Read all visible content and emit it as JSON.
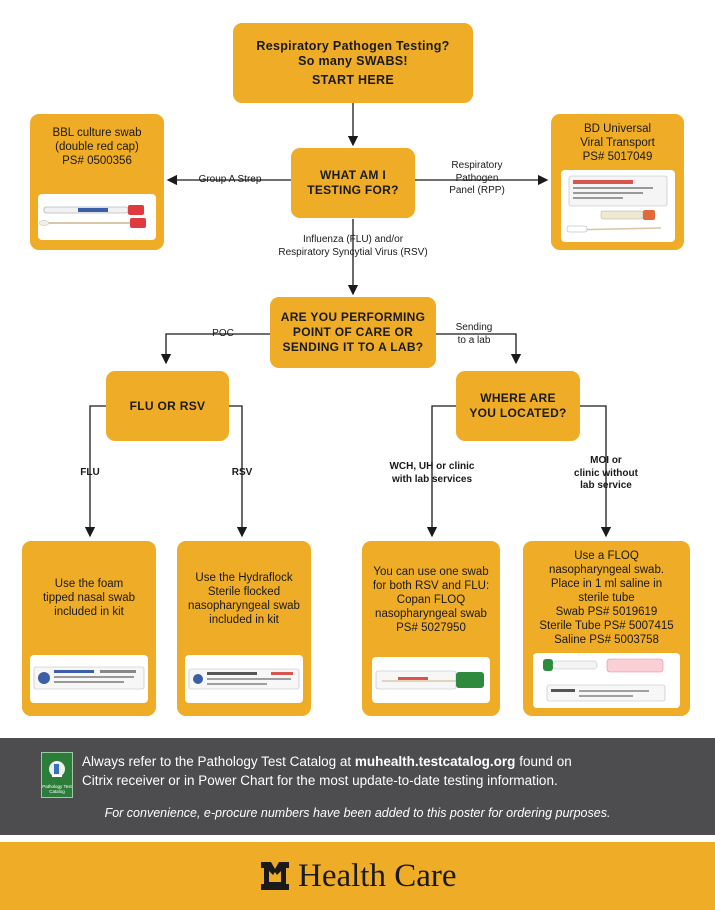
{
  "start": {
    "line1": "Respiratory Pathogen Testing?",
    "line2": "So many SWABS!",
    "line3": "START HERE"
  },
  "q_testing": {
    "line1": "WHAT AM I",
    "line2": "TESTING FOR?"
  },
  "q_poc": {
    "line1": "ARE YOU PERFORMING",
    "line2": "POINT OF CARE OR",
    "line3": "SENDING IT TO A LAB?"
  },
  "q_flu_rsv": {
    "line1": "FLU OR RSV"
  },
  "q_location": {
    "line1": "WHERE ARE",
    "line2": "YOU LOCATED?"
  },
  "labels": {
    "group_a_strep": "Group A Strep",
    "rpp": [
      "Respiratory",
      "Pathogen",
      "Panel (RPP)"
    ],
    "flu_rsv": [
      "Influenza (FLU) and/or",
      "Respiratory Syncytial Virus (RSV)"
    ],
    "poc": "POC",
    "sending": [
      "Sending",
      "to a lab"
    ],
    "flu": "FLU",
    "rsv": "RSV",
    "wch": [
      "WCH, UH or clinic",
      "with lab services"
    ],
    "moi": [
      "MOI or",
      "clinic without",
      "lab service"
    ]
  },
  "results": {
    "bbl": [
      "BBL culture swab",
      "(double red cap)",
      "PS# 0500356"
    ],
    "bd": [
      "BD Universal",
      "Viral Transport",
      "PS# 5017049"
    ],
    "foam": [
      "Use the foam",
      "tipped nasal swab",
      "included in kit"
    ],
    "hydraflock": [
      "Use the Hydraflock",
      "Sterile flocked",
      "nasopharyngeal swab",
      "included in kit"
    ],
    "copan": [
      "You can use one swab",
      "for both RSV and FLU:",
      "Copan FLOQ",
      "nasopharyngeal swab",
      "PS# 5027950"
    ],
    "floq": [
      "Use a FLOQ",
      "nasopharyngeal swab.",
      "Place in 1 ml saline in",
      "sterile tube",
      "Swab PS# 5019619",
      "Sterile Tube PS# 5007415",
      "Saline PS# 5003758"
    ]
  },
  "footer": {
    "refer_pre": "Always refer to the Pathology Test Catalog at ",
    "refer_link": "muhealth.testcatalog.org",
    "refer_post": " found on",
    "refer_line2": "Citrix receiver or in Power Chart for the most update-to-date testing information.",
    "note": "For convenience, e-procure numbers have been added to this poster for ordering purposes.",
    "app_icon_label": "Pathology Test Catalog",
    "brand": "Health Care"
  },
  "colors": {
    "gold": "#efac26",
    "grey": "#4d4d4f",
    "red_cap": "#e03a3e",
    "green_cap": "#2e8b3e"
  },
  "icons": {
    "app": "microscope-app-icon",
    "logo": "mizzou-tiger-logo"
  }
}
